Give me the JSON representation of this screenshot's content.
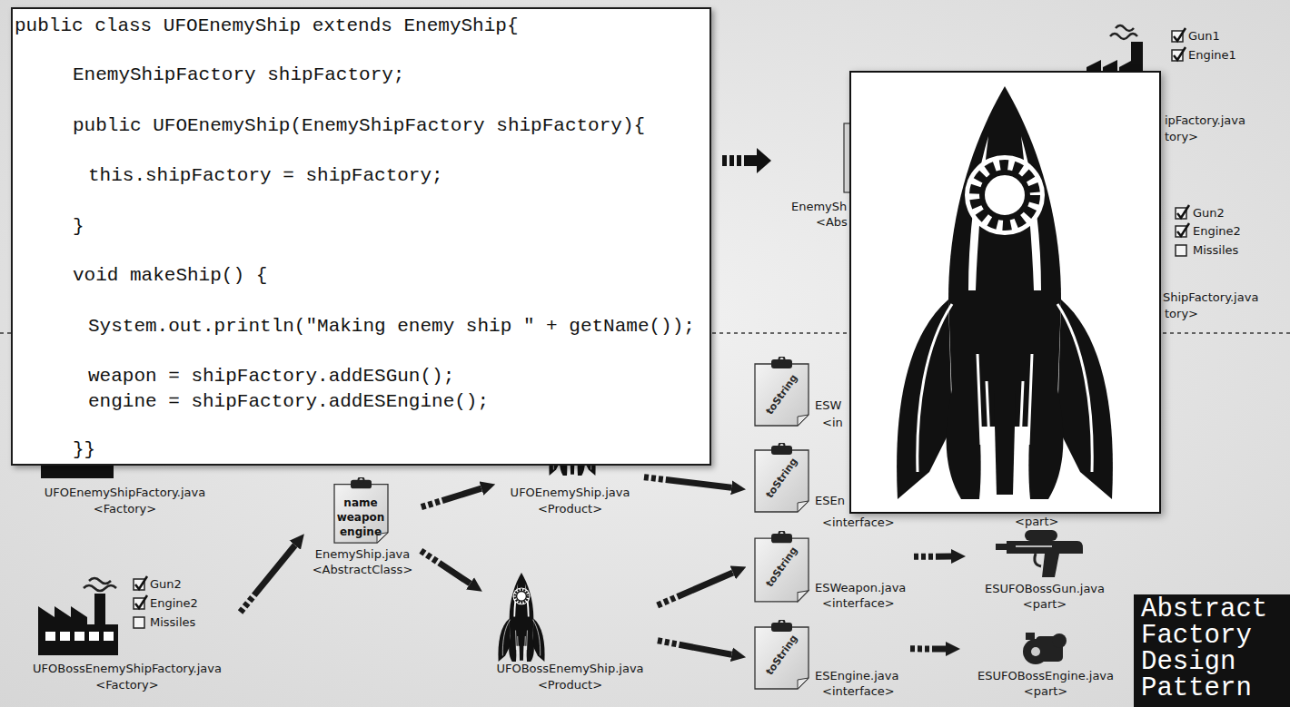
{
  "diagram": {
    "nodes": [
      {
        "text": [
          "public class UFOEnemyShip extends EnemyShip{",
          "EnemyShipFactory shipFactory;",
          "public UFOEnemyShip(EnemyShipFactory shipFactory){",
          "this.shipFactory = shipFactory;",
          "}",
          "void makeShip() {",
          "System.out.println(\"Making enemy ship \" + getName());",
          "weapon = shipFactory.addESGun();",
          "engine = shipFactory.addESEngine();",
          "}}"
        ]
      },
      {
        "text": [
          "toString",
          "ESW",
          "<in"
        ]
      },
      {
        "text": [
          "toString",
          "ESEn",
          "<interface>"
        ]
      },
      {
        "text": [
          "UFOEnemyShipFactory.java",
          "<Factory>"
        ]
      },
      {
        "text": [
          "name weapon engine",
          "EnemyShip.java",
          "<AbstractClass>"
        ]
      },
      {
        "text": [
          "UFOEnemyShip.java",
          "<Product>"
        ]
      },
      {
        "text": [
          "UFOBossEnemyShipFactory.java",
          "<Factory>"
        ]
      },
      {
        "text": [
          "UFOBossEnemyShip.java",
          "<Product>"
        ]
      },
      {
        "text": [
          "toString",
          "ESWeapon.java",
          "<interface>"
        ]
      },
      {
        "text": [
          "ESUFOBossGun.java",
          "<part>"
        ]
      },
      {
        "text": [
          "toString",
          "ESEngine.java",
          "<interface>"
        ]
      },
      {
        "text": [
          "ESUFOBossEngine.java",
          "<part>"
        ]
      },
      {
        "text": [
          "Abstract Factory Design Pattern"
        ]
      }
    ],
    "edges": [
      {
        "from": 6,
        "to": 4,
        "arrow": "to"
      },
      {
        "from": 4,
        "to": 5,
        "arrow": "to"
      },
      {
        "from": 4,
        "to": 7,
        "arrow": "to"
      },
      {
        "from": 5,
        "to": 2,
        "arrow": "to"
      },
      {
        "from": 7,
        "to": 8,
        "arrow": "to"
      },
      {
        "from": 7,
        "to": 10,
        "arrow": "to"
      },
      {
        "from": 8,
        "to": 9,
        "arrow": "to"
      },
      {
        "from": 10,
        "to": 11,
        "arrow": "to"
      }
    ],
    "labels": [
      "Gun1",
      "Engine1",
      "ipFactory.java",
      "tory>",
      "EnemySh",
      "<Abs",
      "Gun2",
      "Engine2",
      "Missiles",
      "ShipFactory.java",
      "tory>",
      "<part>",
      "Gun2",
      "Engine2",
      "Missiles"
    ]
  }
}
